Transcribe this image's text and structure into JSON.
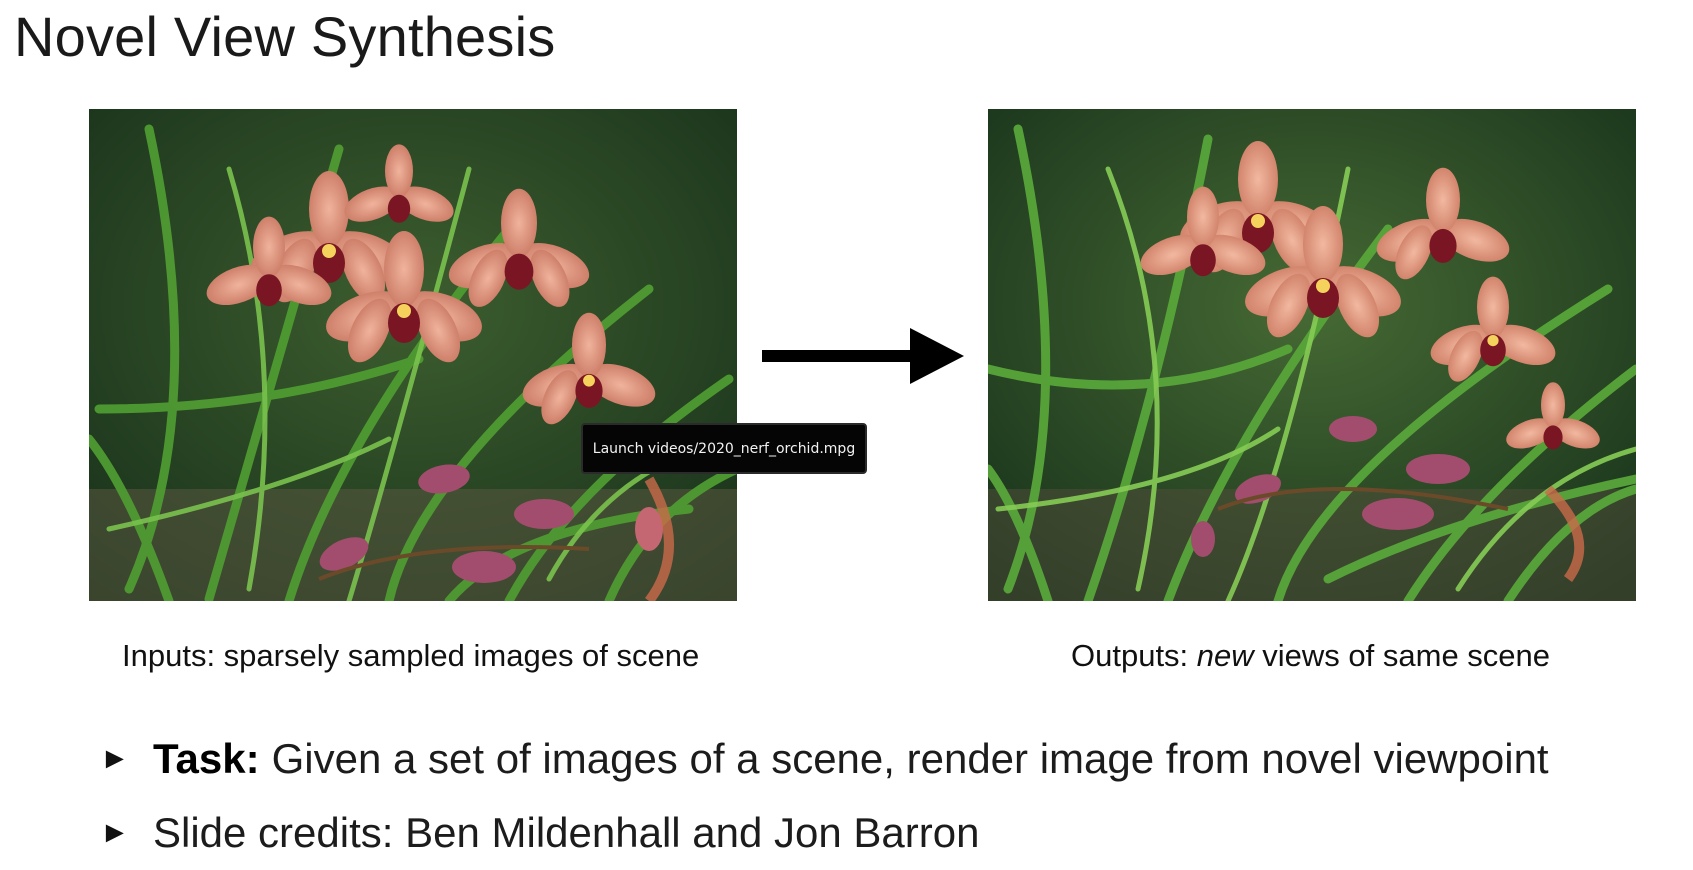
{
  "slide": {
    "title": "Novel View Synthesis"
  },
  "inputs_panel": {
    "caption_prefix": "Inputs: sparsely sampled images of scene"
  },
  "outputs_panel": {
    "caption_prefix": "Outputs: ",
    "caption_emphasis": "new",
    "caption_suffix": " views of same scene"
  },
  "tooltip": {
    "text": "Launch videos/2020_nerf_orchid.mpg"
  },
  "bullets": [
    {
      "marker": "►",
      "label": "Task:",
      "text": "Given a set of images of a scene, render image from novel viewpoint"
    },
    {
      "marker": "►",
      "label": "",
      "text": "Slide credits: Ben Mildenhall and Jon Barron"
    }
  ],
  "colors": {
    "petal": "#d98a74",
    "leaf": "#3f8a2a",
    "background_foliage": "#1f3a1d",
    "tooltip_bg": "#050505"
  }
}
